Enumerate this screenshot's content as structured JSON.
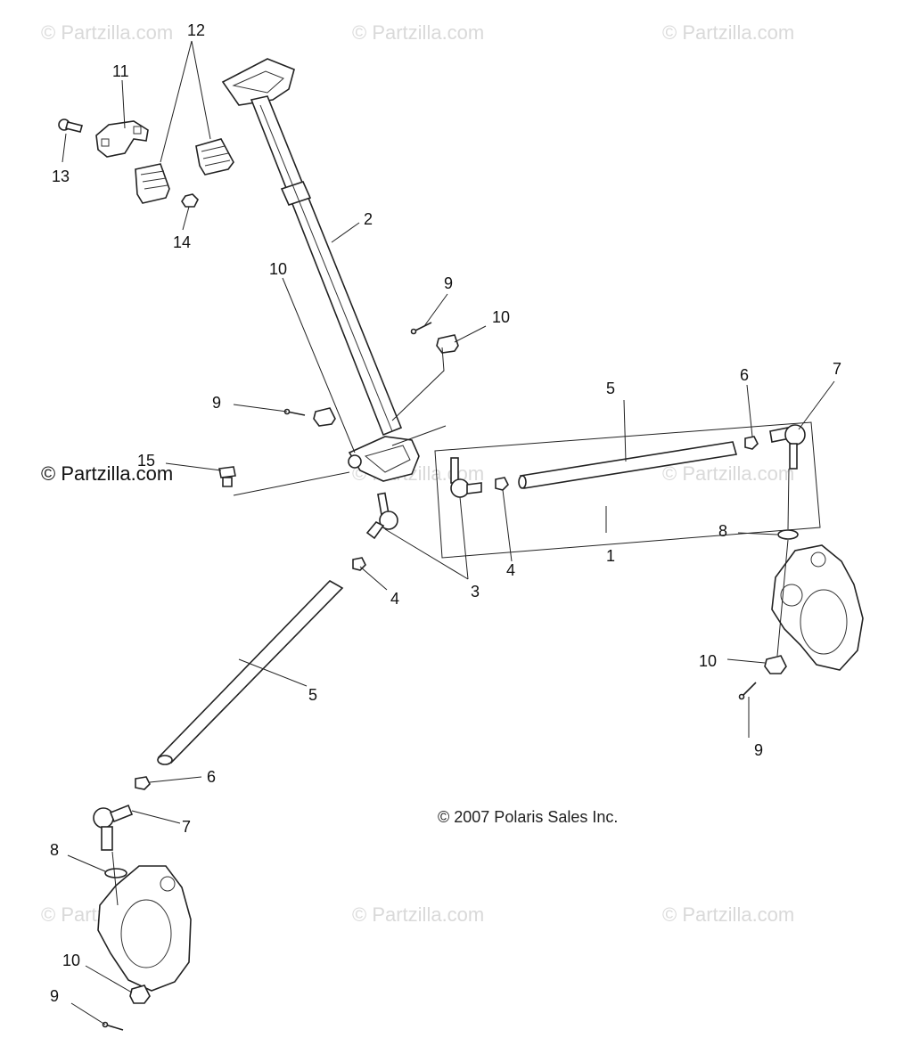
{
  "watermarks": [
    "© Partzilla.com",
    "© Partzilla.com",
    "© Partzilla.com",
    "© Partzilla.com",
    "© Partzilla.com",
    "© Partzilla.com",
    "© Partzilla.com",
    "© Partzilla.com"
  ],
  "brand_label": "© Partzilla.com",
  "copyright": "© 2007 Polaris Sales Inc.",
  "callouts": [
    {
      "label": "12"
    },
    {
      "label": "11"
    },
    {
      "label": "13"
    },
    {
      "label": "14"
    },
    {
      "label": "2"
    },
    {
      "label": "9"
    },
    {
      "label": "10"
    },
    {
      "label": "10"
    },
    {
      "label": "9"
    },
    {
      "label": "15"
    },
    {
      "label": "5"
    },
    {
      "label": "6"
    },
    {
      "label": "7"
    },
    {
      "label": "1"
    },
    {
      "label": "4"
    },
    {
      "label": "3"
    },
    {
      "label": "4"
    },
    {
      "label": "8"
    },
    {
      "label": "10"
    },
    {
      "label": "9"
    },
    {
      "label": "5"
    },
    {
      "label": "6"
    },
    {
      "label": "7"
    },
    {
      "label": "8"
    },
    {
      "label": "10"
    },
    {
      "label": "9"
    }
  ]
}
